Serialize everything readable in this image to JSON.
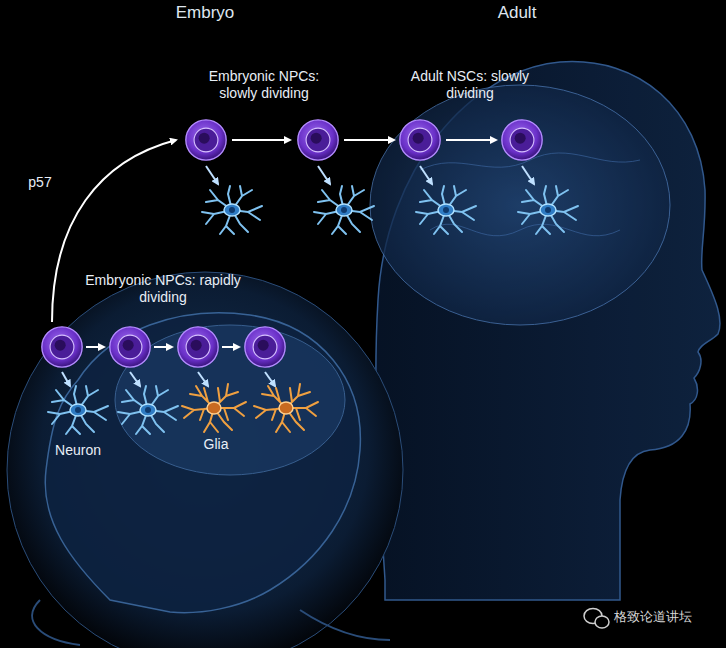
{
  "diagram": {
    "labels": [
      "Embryo",
      "Adult",
      "Embryonic NPCs: slowly dividing",
      "Adult NSCs: slowly dividing",
      "p57",
      "Embryonic NPCs: rapidly dividing",
      "Neuron",
      "Glia",
      "格致论道讲坛"
    ]
  }
}
